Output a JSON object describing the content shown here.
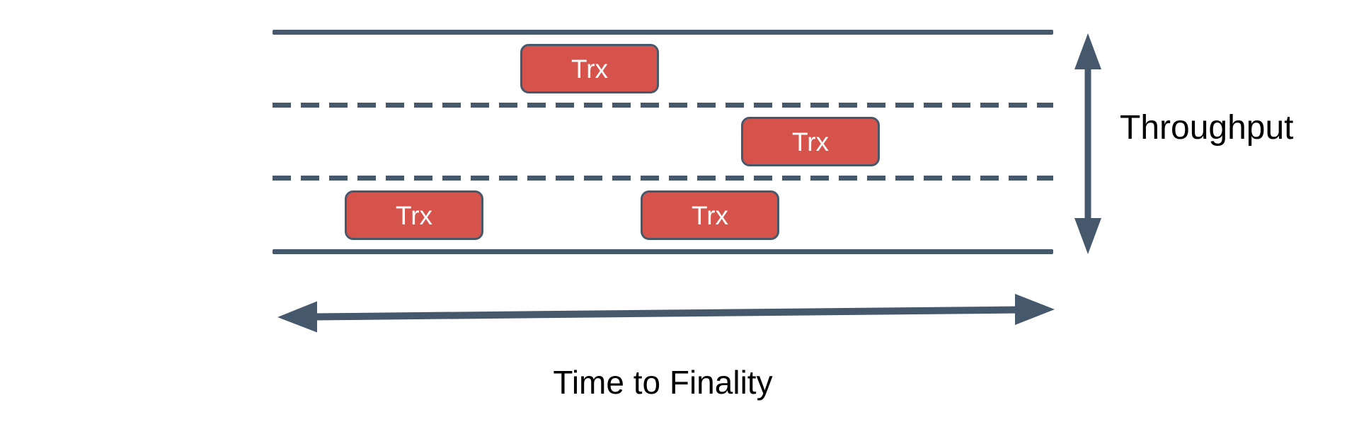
{
  "diagram": {
    "description": "Blockchain highway metaphor: lanes carrying transactions",
    "road": {
      "lane_count": 3,
      "divider_style": "dashed",
      "edge_style": "solid"
    },
    "trx_boxes": [
      {
        "label": "Trx",
        "lane": "top"
      },
      {
        "label": "Trx",
        "lane": "middle"
      },
      {
        "label": "Trx",
        "lane": "bottom"
      },
      {
        "label": "Trx",
        "lane": "bottom"
      }
    ],
    "labels": {
      "throughput": "Throughput",
      "time_to_finality": "Time to Finality"
    },
    "colors": {
      "line": "#46586B",
      "arrow": "#46586B",
      "trx_fill": "#D5534B",
      "trx_border": "#46586B",
      "trx_text": "#FFFFFF",
      "label_text": "#000000",
      "background": "#FFFFFF"
    }
  }
}
